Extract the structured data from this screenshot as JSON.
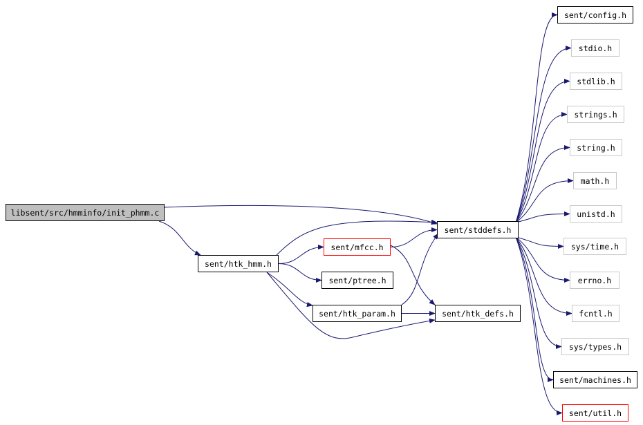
{
  "diagram": {
    "edge_color": "#191970",
    "nodes": {
      "root": {
        "label": "libsent/src/hmminfo/init_phmm.c",
        "kind": "root"
      },
      "htk_hmm": {
        "label": "sent/htk_hmm.h",
        "kind": "local"
      },
      "stddefs": {
        "label": "sent/stddefs.h",
        "kind": "local"
      },
      "mfcc": {
        "label": "sent/mfcc.h",
        "kind": "unresolved"
      },
      "ptree": {
        "label": "sent/ptree.h",
        "kind": "local"
      },
      "htk_param": {
        "label": "sent/htk_param.h",
        "kind": "local"
      },
      "htk_defs": {
        "label": "sent/htk_defs.h",
        "kind": "local"
      },
      "config": {
        "label": "sent/config.h",
        "kind": "local"
      },
      "stdio": {
        "label": "stdio.h",
        "kind": "system"
      },
      "stdlib": {
        "label": "stdlib.h",
        "kind": "system"
      },
      "strings": {
        "label": "strings.h",
        "kind": "system"
      },
      "string": {
        "label": "string.h",
        "kind": "system"
      },
      "math": {
        "label": "math.h",
        "kind": "system"
      },
      "unistd": {
        "label": "unistd.h",
        "kind": "system"
      },
      "sys_time": {
        "label": "sys/time.h",
        "kind": "system"
      },
      "errno": {
        "label": "errno.h",
        "kind": "system"
      },
      "fcntl": {
        "label": "fcntl.h",
        "kind": "system"
      },
      "sys_types": {
        "label": "sys/types.h",
        "kind": "system"
      },
      "machines": {
        "label": "sent/machines.h",
        "kind": "local"
      },
      "util": {
        "label": "sent/util.h",
        "kind": "unresolved"
      }
    },
    "edges": [
      [
        "root",
        "stddefs"
      ],
      [
        "root",
        "htk_hmm"
      ],
      [
        "htk_hmm",
        "stddefs"
      ],
      [
        "htk_hmm",
        "mfcc"
      ],
      [
        "htk_hmm",
        "ptree"
      ],
      [
        "htk_hmm",
        "htk_param"
      ],
      [
        "htk_hmm",
        "htk_defs"
      ],
      [
        "mfcc",
        "stddefs"
      ],
      [
        "mfcc",
        "htk_defs"
      ],
      [
        "htk_param",
        "stddefs"
      ],
      [
        "htk_param",
        "htk_defs"
      ],
      [
        "stddefs",
        "config"
      ],
      [
        "stddefs",
        "stdio"
      ],
      [
        "stddefs",
        "stdlib"
      ],
      [
        "stddefs",
        "strings"
      ],
      [
        "stddefs",
        "string"
      ],
      [
        "stddefs",
        "math"
      ],
      [
        "stddefs",
        "unistd"
      ],
      [
        "stddefs",
        "sys_time"
      ],
      [
        "stddefs",
        "errno"
      ],
      [
        "stddefs",
        "fcntl"
      ],
      [
        "stddefs",
        "sys_types"
      ],
      [
        "stddefs",
        "machines"
      ],
      [
        "stddefs",
        "util"
      ]
    ]
  }
}
